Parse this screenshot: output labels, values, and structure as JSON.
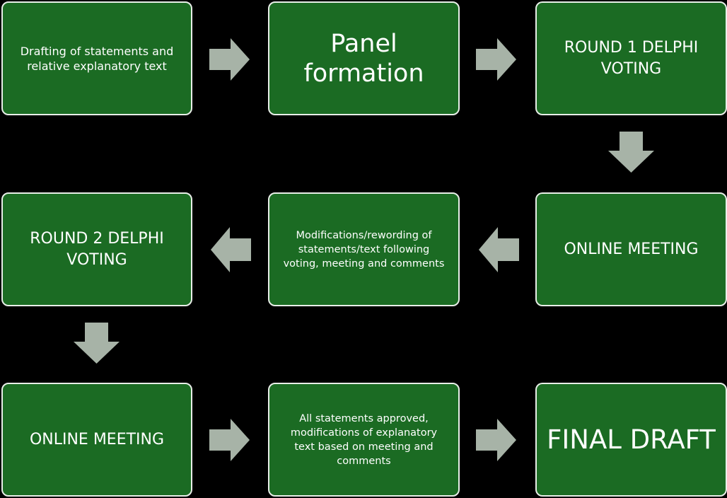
{
  "steps": {
    "drafting": "Drafting of statements and relative explanatory text",
    "panel": "Panel formation",
    "round1": "ROUND 1 DELPHI VOTING",
    "online_meeting_1": "ONLINE MEETING",
    "modifications": "Modifications/rewording of statements/text following voting, meeting and comments",
    "round2": "ROUND 2 DELPHI VOTING",
    "online_meeting_2": "ONLINE MEETING",
    "approved": "All statements approved, modifications of explanatory text based on meeting and comments",
    "final": "FINAL DRAFT"
  },
  "colors": {
    "box_fill": "#1b6b23",
    "box_border": "#e8eee8",
    "arrow_fill": "#a7b3a7",
    "background": "#000000",
    "text": "#ffffff"
  }
}
